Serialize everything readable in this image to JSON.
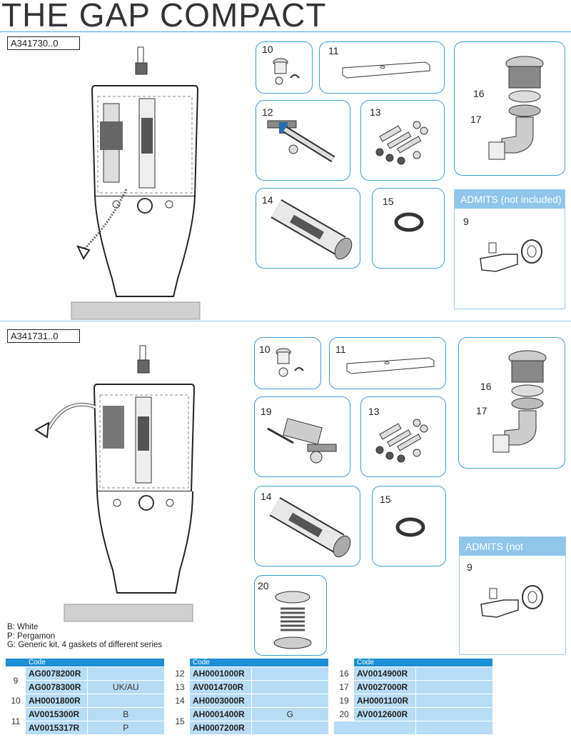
{
  "title": "THE GAP COMPACT",
  "section1": {
    "ref": "A341730..0",
    "parts": {
      "p10": "10",
      "p11": "11",
      "p12": "12",
      "p13": "13",
      "p14": "14",
      "p15": "15",
      "p16": "16",
      "p17": "17"
    },
    "admits_header": "ADMITS (not included)",
    "admits_item": "9"
  },
  "section2": {
    "ref": "A341731..0",
    "parts": {
      "p10": "10",
      "p11": "11",
      "p19": "19",
      "p13": "13",
      "p14": "14",
      "p15": "15",
      "p16": "16",
      "p17": "17",
      "p20": "20"
    },
    "admits_header": "ADMITS (not included)",
    "admits_item": "9"
  },
  "legend": {
    "b": "B: White",
    "p": "P: Pergamon",
    "g": "G: Generic kit, 4 gaskets of different series"
  },
  "tables": {
    "header": "Code",
    "t1": {
      "r1": {
        "idx": "9",
        "code": "AG0078200R",
        "note": ""
      },
      "r2": {
        "code": "AG0078300R",
        "note": "UK/AU"
      },
      "r3": {
        "idx": "10",
        "code": "AH0001800R",
        "note": ""
      },
      "r4": {
        "idx": "11",
        "code": "AV0015300R",
        "note": "B"
      },
      "r5": {
        "code": "AV0015317R",
        "note": "P"
      }
    },
    "t2": {
      "r1": {
        "idx": "12",
        "code": "AH0001000R",
        "note": ""
      },
      "r2": {
        "idx": "13",
        "code": "AV0014700R",
        "note": ""
      },
      "r3": {
        "idx": "14",
        "code": "AH0003000R",
        "note": ""
      },
      "r4": {
        "idx": "15",
        "code": "AH0001400R",
        "note": "G"
      },
      "r5": {
        "code": "AH0007200R",
        "note": ""
      }
    },
    "t3": {
      "r1": {
        "idx": "16",
        "code": "AV0014900R",
        "note": ""
      },
      "r2": {
        "idx": "17",
        "code": "AV0027000R",
        "note": ""
      },
      "r3": {
        "idx": "19",
        "code": "AH0001100R",
        "note": ""
      },
      "r4": {
        "idx": "20",
        "code": "AV0012600R",
        "note": ""
      }
    }
  }
}
